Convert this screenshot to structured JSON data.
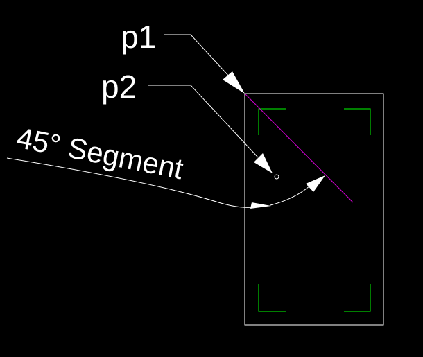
{
  "labels": {
    "p1": "p1",
    "p2": "p2",
    "segment": "45° Segment"
  },
  "colors": {
    "background": "#000000",
    "outline": "#ffffff",
    "leader": "#ffffff",
    "corner_marks": "#00cc00",
    "segment_line": "#cc00cc"
  }
}
